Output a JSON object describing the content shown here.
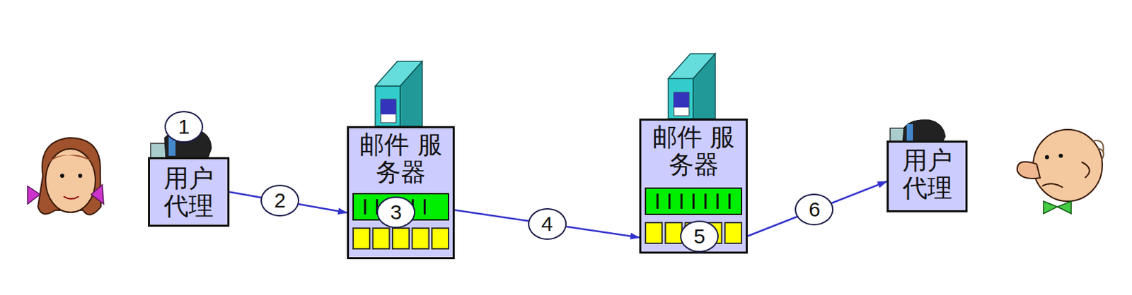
{
  "diagram": {
    "nodes": [
      {
        "text": [
          "用户 代理"
        ]
      },
      {
        "text": [
          "邮件 服务器"
        ]
      },
      {
        "text": [
          "邮件 服务器"
        ]
      },
      {
        "text": [
          "用户 代理"
        ]
      }
    ],
    "edges": [
      {
        "from": 0,
        "to": 1,
        "arrow": "to",
        "label": "2"
      },
      {
        "from": 1,
        "to": 2,
        "arrow": "to",
        "label": "4"
      },
      {
        "from": 2,
        "to": 3,
        "arrow": "to",
        "label": "6"
      }
    ],
    "labels": [
      "1",
      "3",
      "5"
    ]
  }
}
